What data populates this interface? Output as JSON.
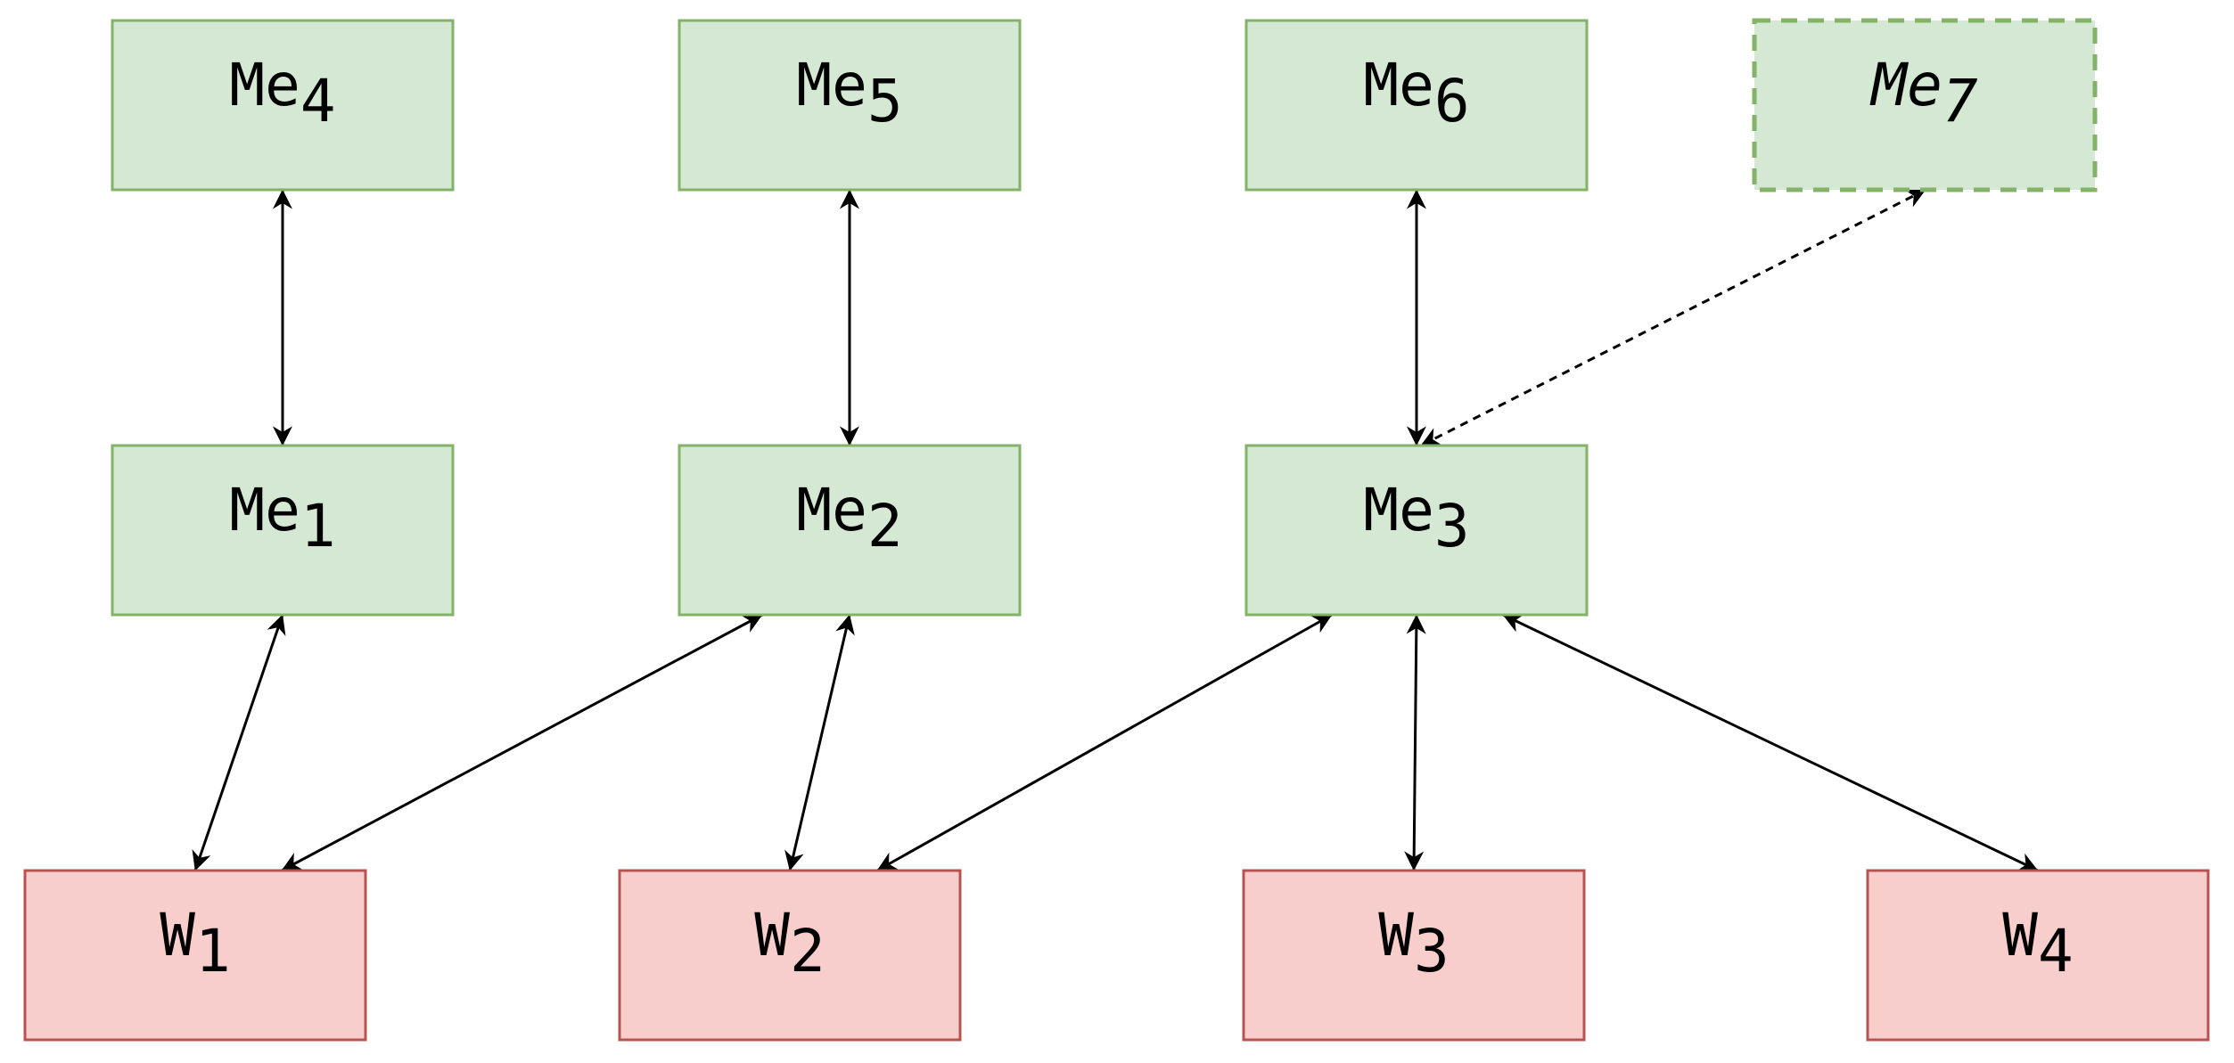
{
  "colors": {
    "mem_fill": "#d5e8d4",
    "mem_stroke": "#82b366",
    "worker_fill": "#f8cecc",
    "worker_stroke": "#b85450",
    "edge": "#000000"
  },
  "nodes": {
    "me4": {
      "base": "Me",
      "sub": "4",
      "kind": "memory"
    },
    "me5": {
      "base": "Me",
      "sub": "5",
      "kind": "memory"
    },
    "me6": {
      "base": "Me",
      "sub": "6",
      "kind": "memory"
    },
    "me7": {
      "base": "Me",
      "sub": "7",
      "kind": "memory",
      "dashed": true
    },
    "me1": {
      "base": "Me",
      "sub": "1",
      "kind": "memory"
    },
    "me2": {
      "base": "Me",
      "sub": "2",
      "kind": "memory"
    },
    "me3": {
      "base": "Me",
      "sub": "3",
      "kind": "memory"
    },
    "w1": {
      "base": "W",
      "sub": "1",
      "kind": "worker"
    },
    "w2": {
      "base": "W",
      "sub": "2",
      "kind": "worker"
    },
    "w3": {
      "base": "W",
      "sub": "3",
      "kind": "worker"
    },
    "w4": {
      "base": "W",
      "sub": "4",
      "kind": "worker"
    }
  },
  "edges": [
    {
      "from": "me4",
      "to": "me1",
      "style": "solid",
      "bidirectional": true
    },
    {
      "from": "me5",
      "to": "me2",
      "style": "solid",
      "bidirectional": true
    },
    {
      "from": "me6",
      "to": "me3",
      "style": "solid",
      "bidirectional": true
    },
    {
      "from": "me7",
      "to": "me3",
      "style": "dashed",
      "bidirectional": true
    },
    {
      "from": "me1",
      "to": "w1",
      "style": "solid",
      "bidirectional": true
    },
    {
      "from": "me2",
      "to": "w1",
      "style": "solid",
      "bidirectional": true
    },
    {
      "from": "me2",
      "to": "w2",
      "style": "solid",
      "bidirectional": true
    },
    {
      "from": "me3",
      "to": "w2",
      "style": "solid",
      "bidirectional": true
    },
    {
      "from": "me3",
      "to": "w3",
      "style": "solid",
      "bidirectional": true
    },
    {
      "from": "me3",
      "to": "w4",
      "style": "solid",
      "bidirectional": true
    }
  ]
}
